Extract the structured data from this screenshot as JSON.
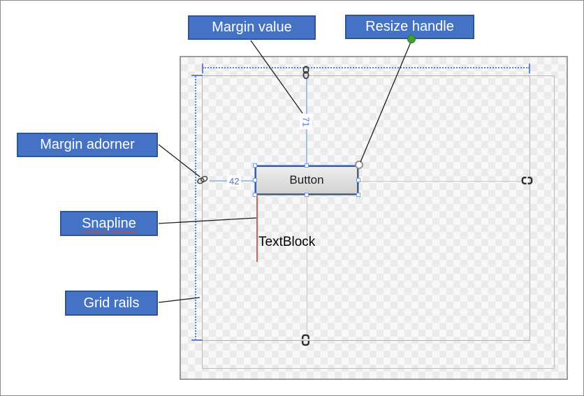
{
  "callouts": {
    "margin_value": "Margin value",
    "resize_handle": "Resize handle",
    "margin_adorner": "Margin adorner",
    "snapline": "Snapline",
    "grid_rails": "Grid rails"
  },
  "designer": {
    "button_label": "Button",
    "textblock_label": "TextBlock",
    "margin_top_value": "71",
    "margin_left_value": "42"
  },
  "icons": {
    "anchor_top": "chain-link-icon",
    "margin_adorner": "chain-link-icon",
    "anchor_right": "broken-chain-icon",
    "anchor_bottom": "broken-chain-icon",
    "resize_handle": "circle-handle-icon",
    "callout_endpoint": "green-dot-icon"
  },
  "colors": {
    "callout_fill": "#4472c4",
    "callout_border": "#2f5597",
    "callout_text": "#ffffff",
    "rail_blue": "#5b82d8",
    "margin_line_blue": "#a8bce8",
    "margin_value_blue": "#4f74d2",
    "selection_blue": "#7ba0f0",
    "snapline_red": "#e2595c",
    "button_border": "#4e5c7c",
    "button_fill": "#d9d9d9",
    "green_dot": "#3fa12e"
  }
}
